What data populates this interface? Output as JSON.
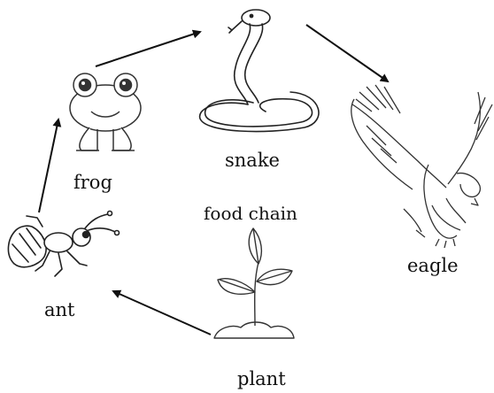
{
  "title": "food chain",
  "organisms": {
    "snake": "snake",
    "frog": "frog",
    "eagle": "eagle",
    "ant": "ant",
    "plant": "plant"
  },
  "arrows": [
    {
      "from": "plant",
      "to": "ant"
    },
    {
      "from": "ant",
      "to": "frog"
    },
    {
      "from": "frog",
      "to": "snake"
    },
    {
      "from": "snake",
      "to": "eagle"
    }
  ],
  "colors": {
    "line": "#111111",
    "background": "#ffffff"
  }
}
